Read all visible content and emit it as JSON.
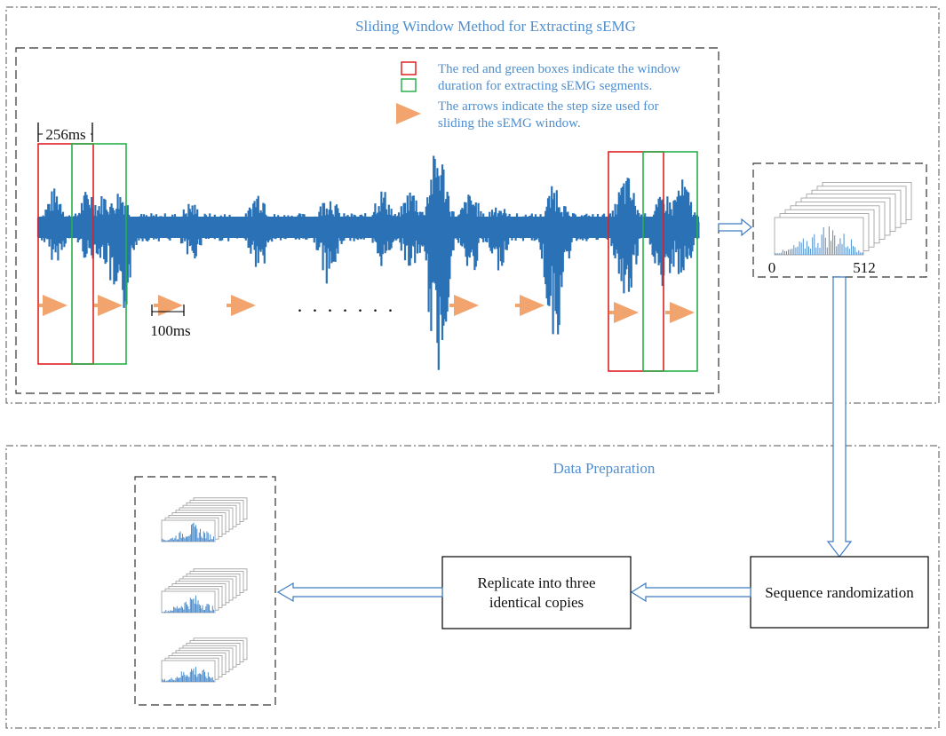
{
  "sections": {
    "sliding_title": "Sliding Window Method for Extracting sEMG",
    "prep_title": "Data Preparation"
  },
  "legend": {
    "boxes_line1": "The red and green boxes indicate the window",
    "boxes_line2": "duration for extracting sEMG segments.",
    "arrows_line1": "The arrows indicate the step size used for",
    "arrows_line2": "sliding the sEMG window."
  },
  "annotations": {
    "window_size": "256ms",
    "step_size": "100ms",
    "ellipsis": ". . . . . . .",
    "axis_start": "0",
    "axis_end": "512"
  },
  "boxes": {
    "randomize": "Sequence randomization",
    "replicate_line1": "Replicate into three",
    "replicate_line2": "identical copies"
  },
  "colors": {
    "signal": "#2a72b5",
    "window_red": "#e02020",
    "window_green": "#28b04a",
    "step_arrow": "#f2a46f",
    "flow_arrow": "#3d7cc0",
    "section_title": "#4f8fcf"
  }
}
